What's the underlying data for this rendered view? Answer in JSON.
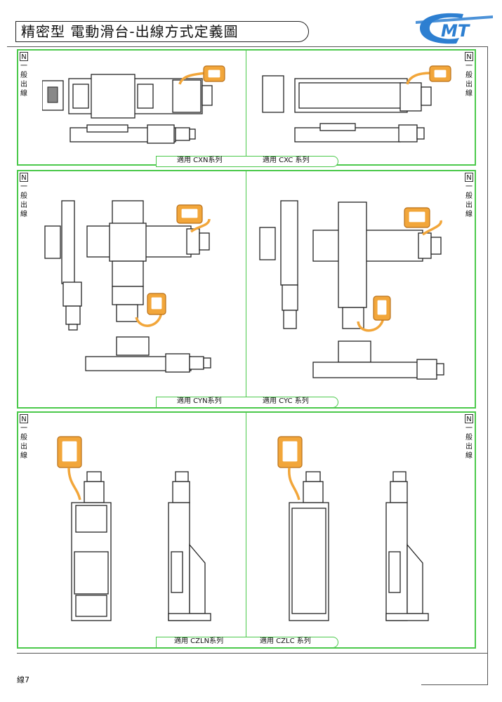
{
  "header": {
    "title": "精密型 電動滑台-出線方式定義圖",
    "logo_text": "CMT",
    "brand_color": "#2d7fd1"
  },
  "side_label": {
    "n": "N",
    "chars": [
      "一",
      "般",
      "出",
      "線"
    ]
  },
  "rows": [
    {
      "left_caption": "適用 CXN系列",
      "right_caption": "適用 CXC 系列"
    },
    {
      "left_caption": "適用 CYN系列",
      "right_caption": "適用 CYC 系列"
    },
    {
      "left_caption": "適用 CZLN系列",
      "right_caption": "適用 CZLC 系列"
    }
  ],
  "footer": {
    "page_label": "線7"
  },
  "colors": {
    "panel_border": "#4bc94b",
    "cable": "#f2a63a"
  }
}
